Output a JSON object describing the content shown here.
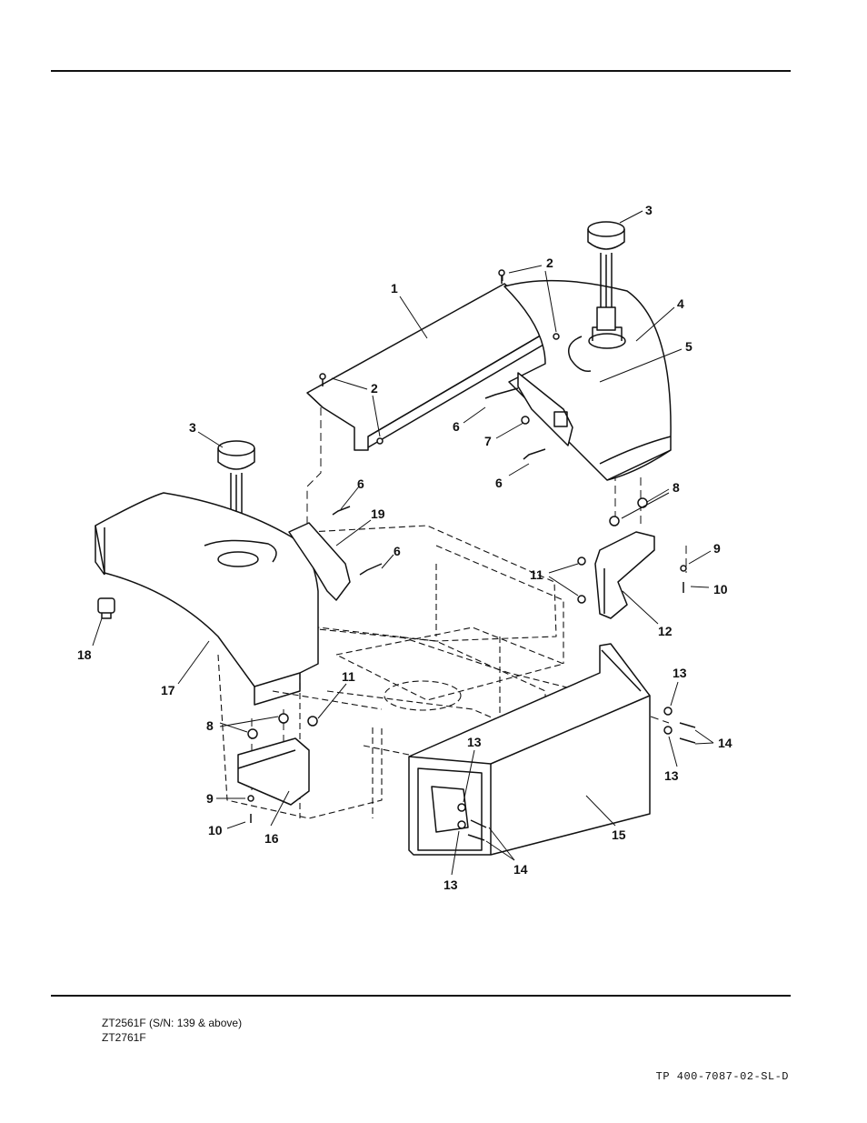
{
  "footer": {
    "models": [
      "ZT2561F  (S/N: 139 & above)",
      "ZT2761F"
    ],
    "doc_number": "TP 400-7087-02-SL-D"
  },
  "callouts": [
    {
      "id": "c1",
      "text": "1"
    },
    {
      "id": "c2a",
      "text": "2"
    },
    {
      "id": "c2b",
      "text": "2"
    },
    {
      "id": "c3a",
      "text": "3"
    },
    {
      "id": "c3b",
      "text": "3"
    },
    {
      "id": "c4",
      "text": "4"
    },
    {
      "id": "c5",
      "text": "5"
    },
    {
      "id": "c6a",
      "text": "6"
    },
    {
      "id": "c6b",
      "text": "6"
    },
    {
      "id": "c6c",
      "text": "6"
    },
    {
      "id": "c6d",
      "text": "6"
    },
    {
      "id": "c7",
      "text": "7"
    },
    {
      "id": "c8a",
      "text": "8"
    },
    {
      "id": "c8b",
      "text": "8"
    },
    {
      "id": "c9a",
      "text": "9"
    },
    {
      "id": "c9b",
      "text": "9"
    },
    {
      "id": "c10a",
      "text": "10"
    },
    {
      "id": "c10b",
      "text": "10"
    },
    {
      "id": "c11a",
      "text": "11"
    },
    {
      "id": "c11b",
      "text": "11"
    },
    {
      "id": "c12",
      "text": "12"
    },
    {
      "id": "c13a",
      "text": "13"
    },
    {
      "id": "c13b",
      "text": "13"
    },
    {
      "id": "c13c",
      "text": "13"
    },
    {
      "id": "c13d",
      "text": "13"
    },
    {
      "id": "c14a",
      "text": "14"
    },
    {
      "id": "c14b",
      "text": "14"
    },
    {
      "id": "c15",
      "text": "15"
    },
    {
      "id": "c16",
      "text": "16"
    },
    {
      "id": "c17",
      "text": "17"
    },
    {
      "id": "c18",
      "text": "18"
    },
    {
      "id": "c19",
      "text": "19"
    }
  ]
}
